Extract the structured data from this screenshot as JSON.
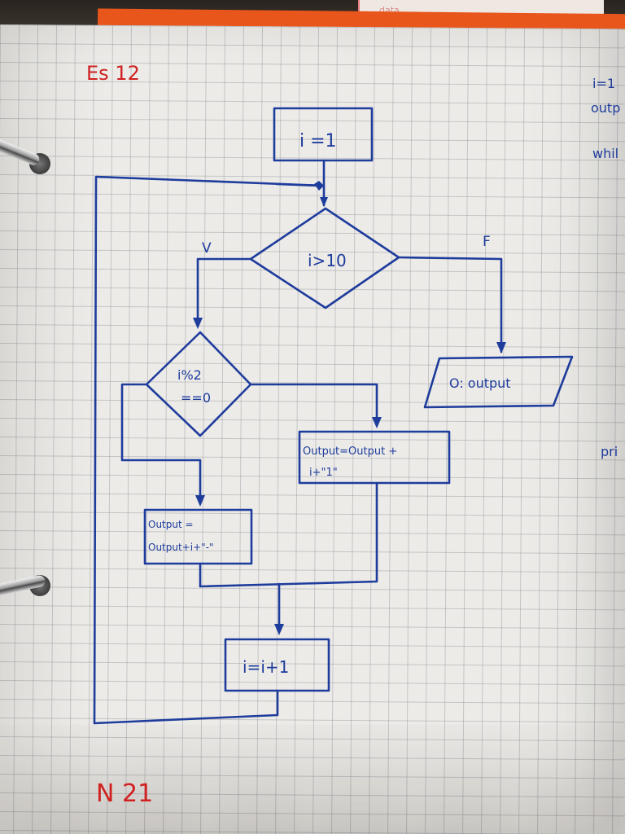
{
  "image": {
    "subject": "notebook page, hand-drawn flowchart",
    "ink_color": "#1e3c9c",
    "red_ink_color": "#d02020",
    "grid_color": "#9696a0",
    "paper_color": "#ecebe8"
  },
  "header_text": "data",
  "exercise_label": "Es 12",
  "footer_label": "N 21",
  "flowchart": {
    "init": "i =1",
    "condition": "i>10",
    "true_label": "V",
    "false_label": "F",
    "parity_line1": "i%2",
    "parity_line2": "==0",
    "output_box": "O: output",
    "odd_line1": "Output=Output +",
    "odd_line2": "i+\"1\"",
    "even_line1": "Output =",
    "even_line2": "Output+i+\"-\"",
    "increment": "i=i+1"
  },
  "margin_notes": {
    "line1": "i=1",
    "line2": "outp",
    "line3": "whil",
    "line4": "pri"
  }
}
